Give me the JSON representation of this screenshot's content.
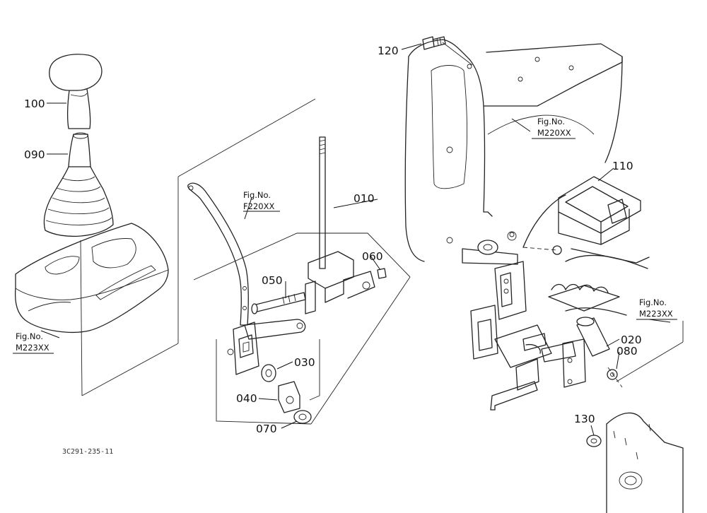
{
  "parts": [
    {
      "id": "knob",
      "label": "100"
    },
    {
      "id": "boot",
      "label": "090"
    },
    {
      "id": "rod",
      "label": "010"
    },
    {
      "id": "bolt",
      "label": "050"
    },
    {
      "id": "nut",
      "label": "060"
    },
    {
      "id": "washer",
      "label": "030"
    },
    {
      "id": "bracket-small",
      "label": "040"
    },
    {
      "id": "bushing",
      "label": "070"
    },
    {
      "id": "bracket-assy",
      "label": "110"
    },
    {
      "id": "bolt-top",
      "label": "120"
    },
    {
      "id": "pin",
      "label": "020"
    },
    {
      "id": "clip",
      "label": "080"
    },
    {
      "id": "nut-lower",
      "label": "130"
    }
  ],
  "figure_refs": [
    {
      "id": "lever",
      "title": "Fig.No.",
      "number": "F220XX"
    },
    {
      "id": "frame",
      "title": "Fig.No.",
      "number": "M220XX"
    },
    {
      "id": "panel-right",
      "title": "Fig.No.",
      "number": "M223XX"
    },
    {
      "id": "console",
      "title": "Fig.No.",
      "number": "M223XX"
    }
  ],
  "drawing_code": "3C291-235-11"
}
